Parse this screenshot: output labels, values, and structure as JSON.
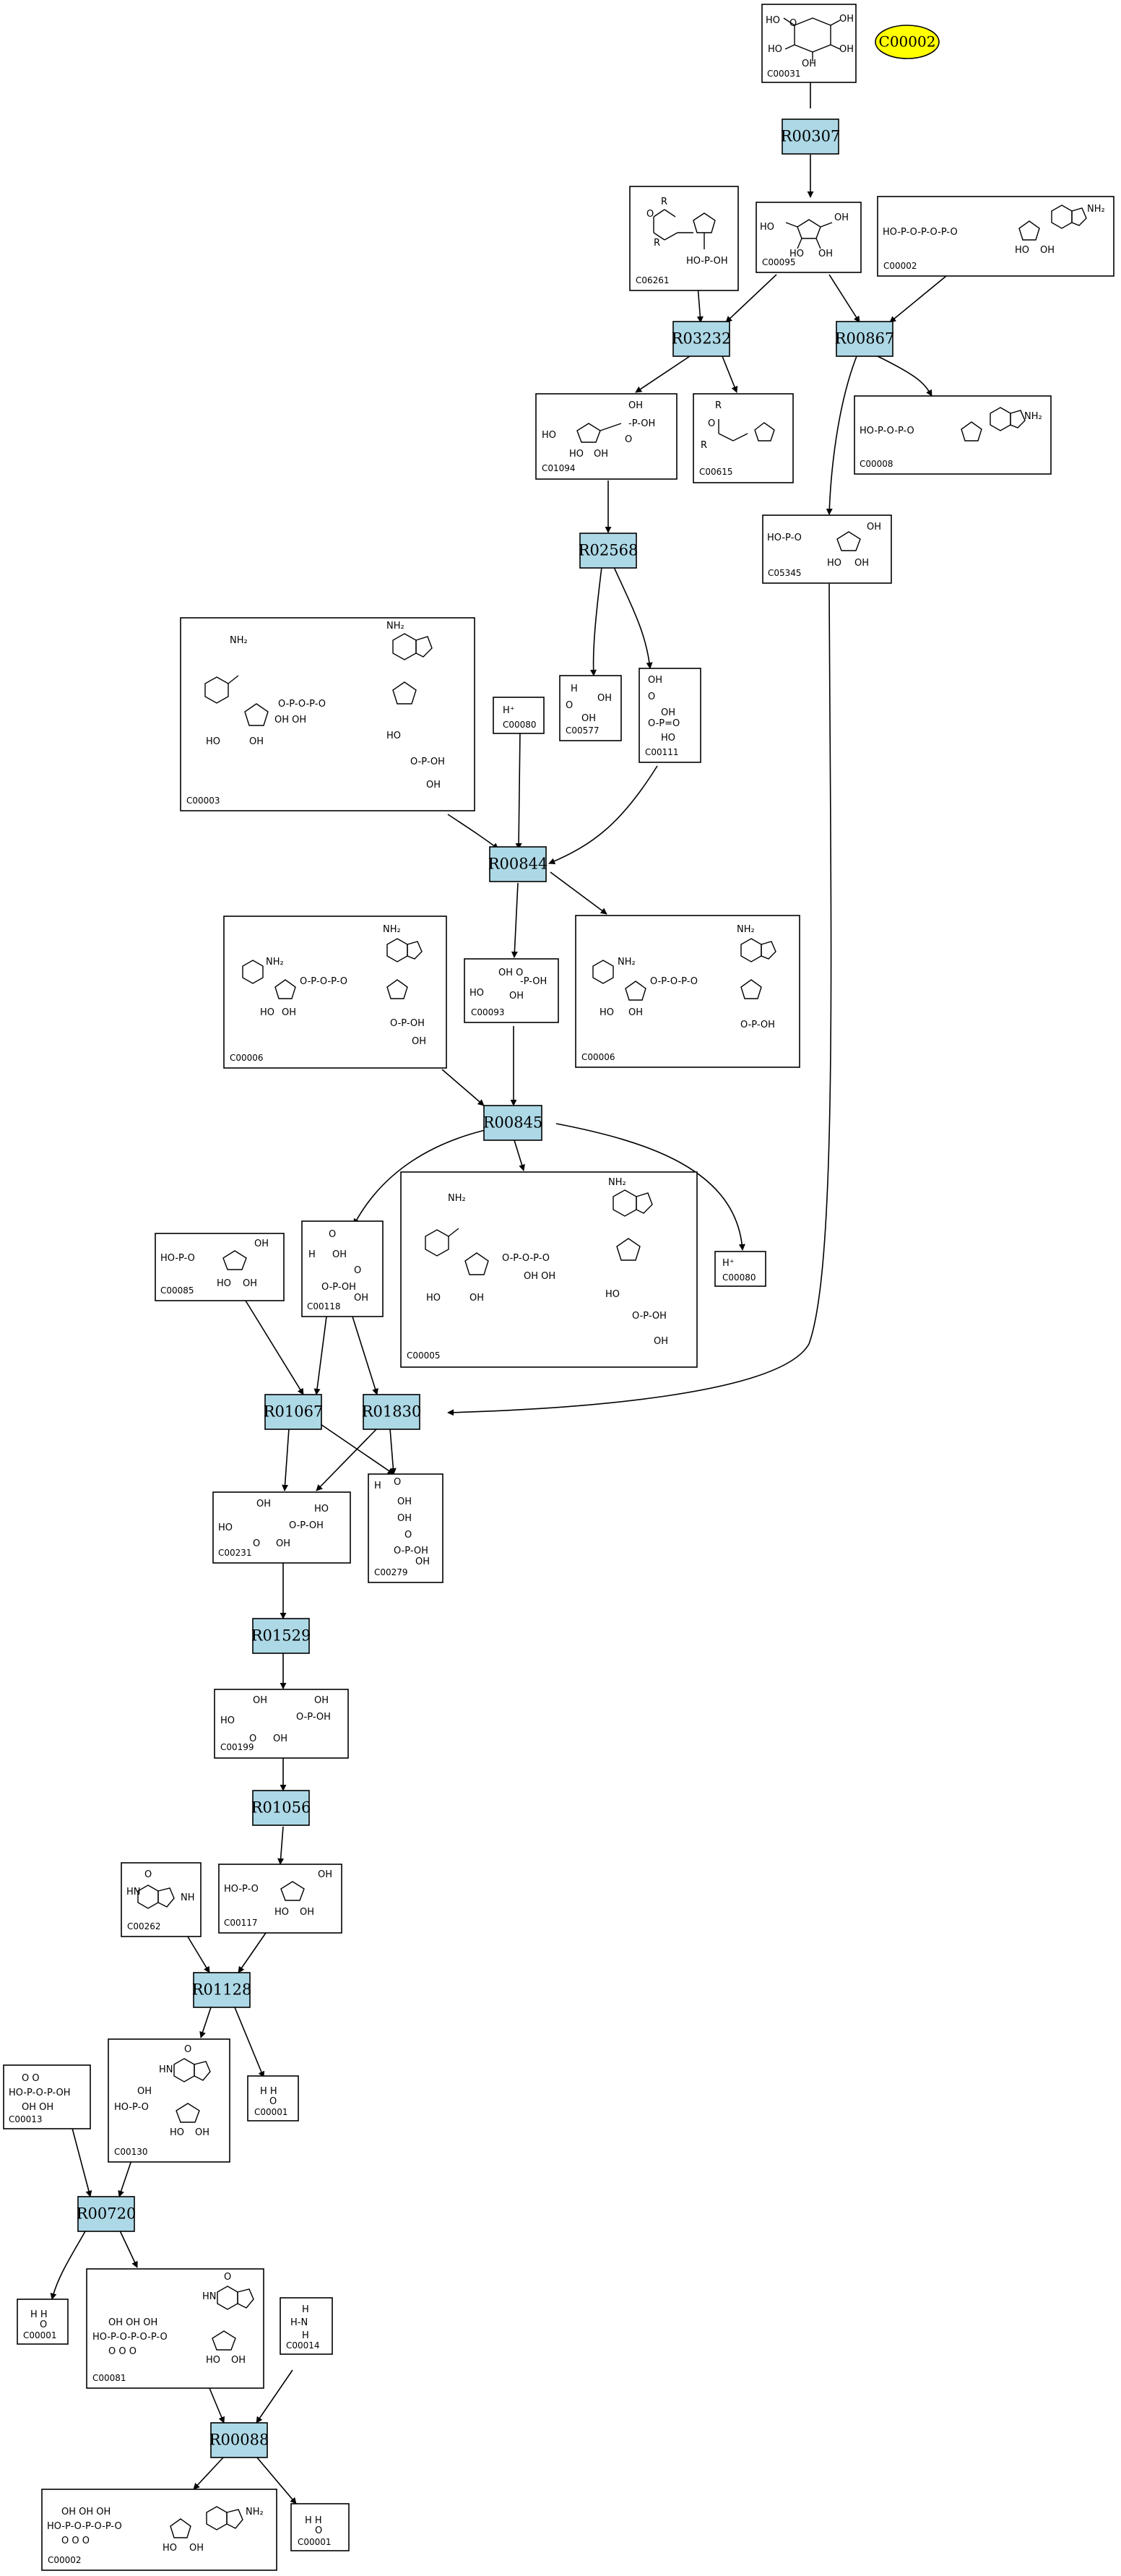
{
  "highlight": {
    "label": "C00002",
    "color": "#ffff00"
  },
  "reaction_color": "#add8e6",
  "reactions": {
    "R00307": "R00307",
    "R03232": "R03232",
    "R00867": "R00867",
    "R02568": "R02568",
    "R00844": "R00844",
    "R00845": "R00845",
    "R01067": "R01067",
    "R01830": "R01830",
    "R01529": "R01529",
    "R01056": "R01056",
    "R01128": "R01128",
    "R00720": "R00720",
    "R00088": "R00088"
  },
  "compounds": {
    "c1": {
      "id": "C00031",
      "text": ""
    },
    "c2": {
      "id": "C06261",
      "text": ""
    },
    "c3": {
      "id": "C00095",
      "text": ""
    },
    "c4": {
      "id": "C00002",
      "text": ""
    },
    "c5": {
      "id": "C01094",
      "text": ""
    },
    "c6": {
      "id": "C00615",
      "text": ""
    },
    "c7": {
      "id": "C00008",
      "text": ""
    },
    "c8": {
      "id": "C05345",
      "text": ""
    },
    "c9": {
      "id": "C00003",
      "text": ""
    },
    "c10": {
      "id": "C00080",
      "text": "H⁺"
    },
    "c11": {
      "id": "C00577",
      "text": ""
    },
    "c12": {
      "id": "C00111",
      "text": ""
    },
    "c13": {
      "id": "C00006",
      "text": ""
    },
    "c14": {
      "id": "C00093",
      "text": ""
    },
    "c15": {
      "id": "C00006",
      "text": ""
    },
    "c16": {
      "id": "C00085",
      "text": ""
    },
    "c17": {
      "id": "C00118",
      "text": ""
    },
    "c18": {
      "id": "C00005",
      "text": ""
    },
    "c19": {
      "id": "C00080",
      "text": "H⁺"
    },
    "c20": {
      "id": "C00231",
      "text": ""
    },
    "c21": {
      "id": "C00279",
      "text": ""
    },
    "c22": {
      "id": "C00199",
      "text": ""
    },
    "c23": {
      "id": "C00262",
      "text": ""
    },
    "c24": {
      "id": "C00117",
      "text": ""
    },
    "c25": {
      "id": "C00130",
      "text": ""
    },
    "c26": {
      "id": "C00001",
      "text": ""
    },
    "c27": {
      "id": "C00013",
      "text": ""
    },
    "c28": {
      "id": "C00001",
      "text": ""
    },
    "c29": {
      "id": "C00081",
      "text": ""
    },
    "c30": {
      "id": "C00014",
      "text": ""
    },
    "c31": {
      "id": "C00002",
      "text": ""
    },
    "c32": {
      "id": "C00001",
      "text": ""
    }
  }
}
